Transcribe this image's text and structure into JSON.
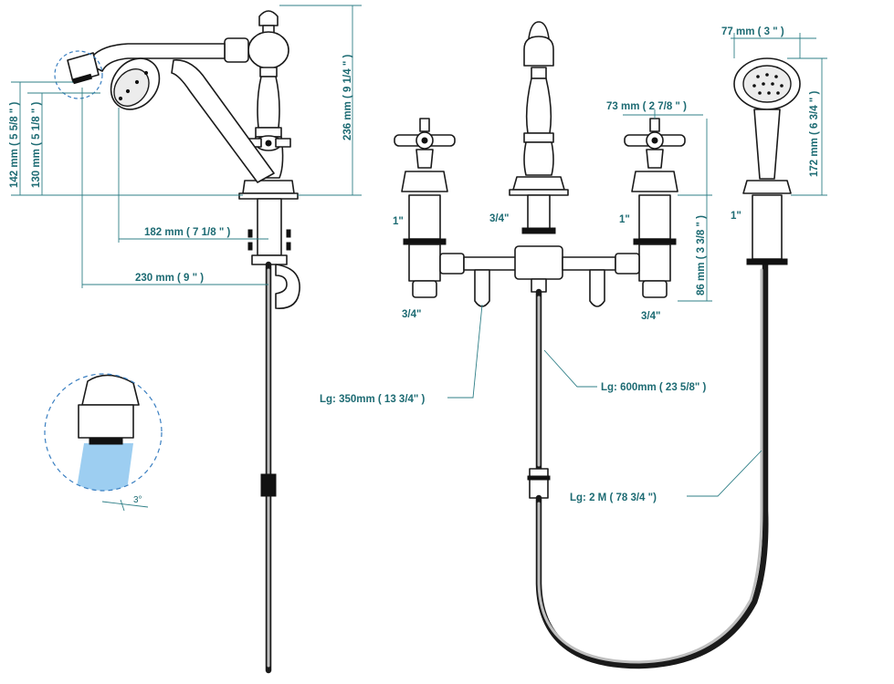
{
  "colors": {
    "dimension": "#1d6b73",
    "outline": "#1a1a1a",
    "detail_circle": "#3a7fc1",
    "water": "#8cc6ef"
  },
  "dimensions": {
    "total_height": "236 mm ( 9 1/4 \" )",
    "spout_height_142": "142 mm ( 5 5/8 \" )",
    "spout_height_130": "130 mm ( 5 1/8 \" )",
    "reach_182": "182 mm ( 7 1/8 \" )",
    "reach_230": "230 mm ( 9 \" )",
    "handle_spacing": "73 mm ( 2 7/8 \" )",
    "valve_height": "86 mm ( 3 3/8 \" )",
    "handshower_diameter": "77 mm ( 3 \" )",
    "handshower_height": "172 mm ( 6 3/4 \" )",
    "flow_angle": "3°"
  },
  "connections": {
    "left_valve_top": "1\"",
    "left_valve_bottom": "3/4\"",
    "spout_center": "3/4\"",
    "right_valve_top": "1\"",
    "right_valve_bottom": "3/4\"",
    "handshower_mount": "1\""
  },
  "hoses": {
    "short_hose": "Lg: 350mm  ( 13 3/4\" )",
    "center_hose": "Lg: 600mm  ( 23 5/8\" )",
    "handshower_hose": "Lg: 2 M ( 78 3/4 \")"
  }
}
